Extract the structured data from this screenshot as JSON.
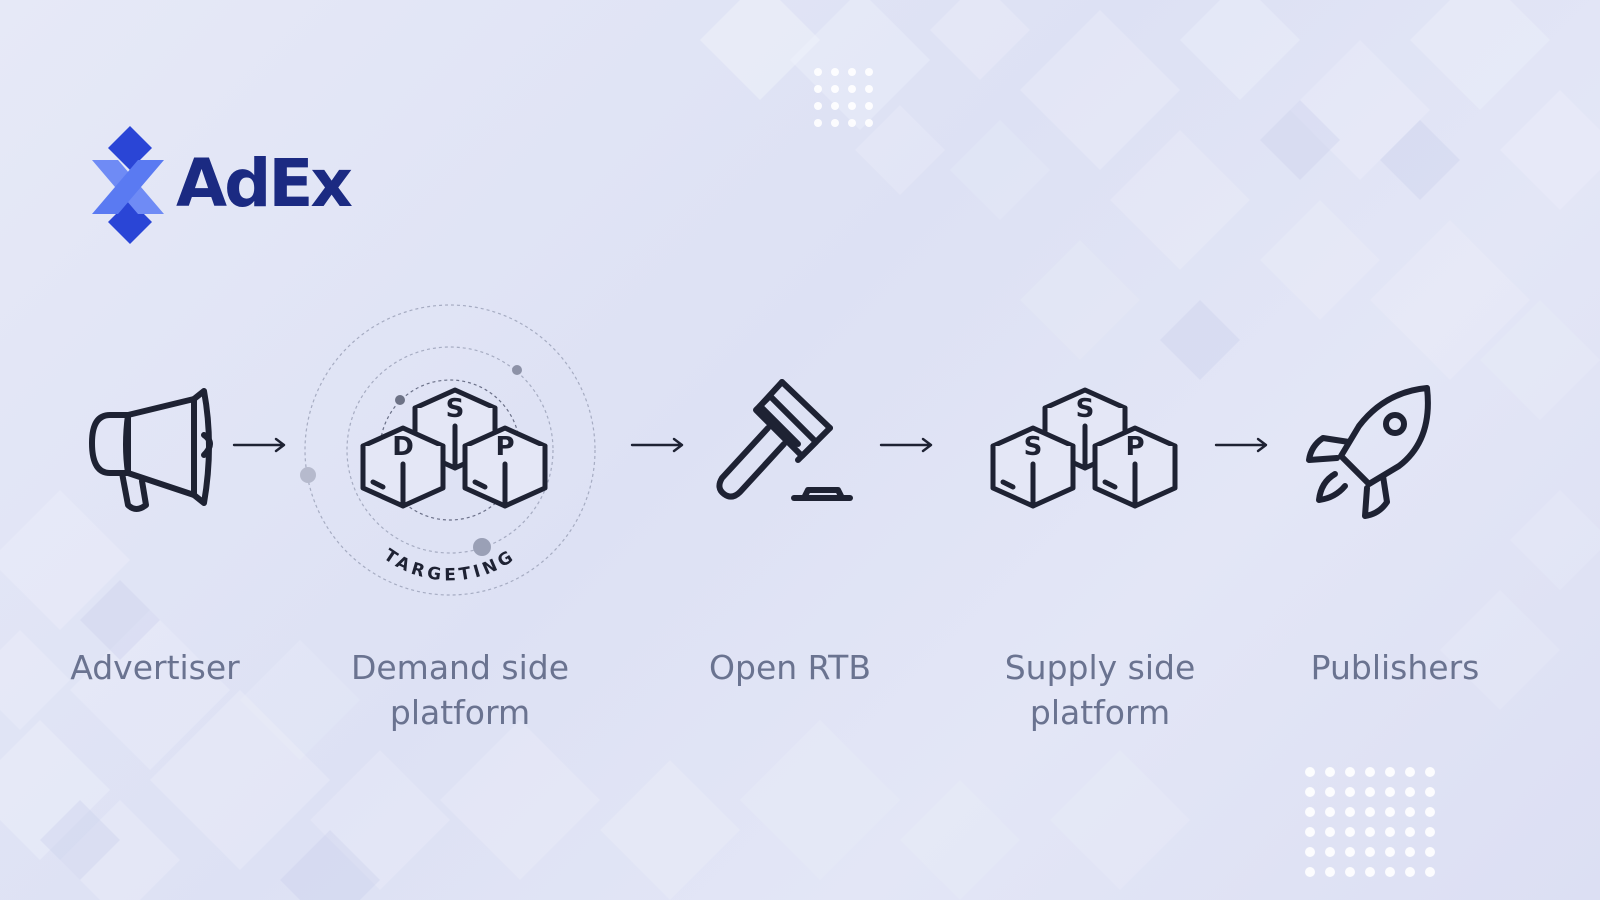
{
  "brand": {
    "name": "AdEx"
  },
  "colors": {
    "navy": "#1b2a82",
    "blue": "#4a66e8",
    "icon": "#1e2233",
    "label": "#6a7390",
    "bg": "#e2e5f5"
  },
  "flow": {
    "steps": [
      {
        "label_line1": "Advertiser",
        "label_line2": "",
        "icon": "megaphone-icon"
      },
      {
        "label_line1": "Demand side",
        "label_line2": "platform",
        "icon": "dsp-boxes-icon",
        "ring_text": "TARGETING"
      },
      {
        "label_line1": "Open RTB",
        "label_line2": "",
        "icon": "gavel-icon"
      },
      {
        "label_line1": "Supply side",
        "label_line2": "platform",
        "icon": "ssp-boxes-icon"
      },
      {
        "label_line1": "Publishers",
        "label_line2": "",
        "icon": "rocket-icon"
      }
    ],
    "dsp_box_letters": [
      "S",
      "D",
      "P"
    ],
    "ssp_box_letters": [
      "S",
      "S",
      "P"
    ]
  }
}
